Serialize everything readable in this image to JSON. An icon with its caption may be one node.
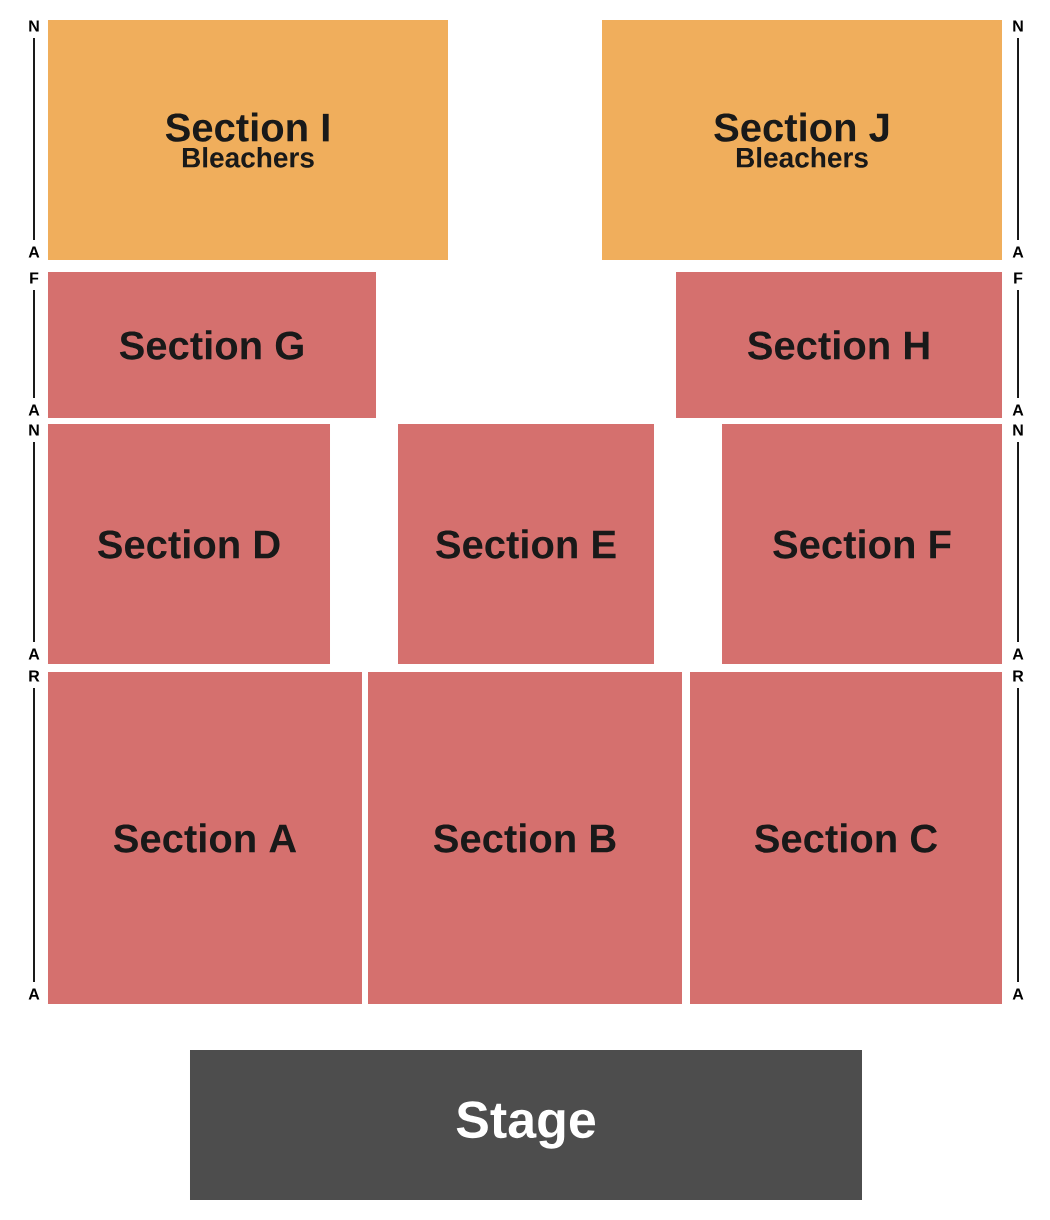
{
  "diagram": {
    "nodes": [
      {
        "text": [
          "Section I",
          "Bleachers"
        ]
      },
      {
        "text": [
          "Section J",
          "Bleachers"
        ]
      },
      {
        "text": [
          "Section G"
        ]
      },
      {
        "text": [
          "Section H"
        ]
      },
      {
        "text": [
          "Section D"
        ]
      },
      {
        "text": [
          "Section E"
        ]
      },
      {
        "text": [
          "Section F"
        ]
      },
      {
        "text": [
          "Section A"
        ]
      },
      {
        "text": [
          "Section B"
        ]
      },
      {
        "text": [
          "Section C"
        ]
      },
      {
        "text": [
          "Stage"
        ]
      }
    ],
    "labels": [
      "N",
      "N",
      "A",
      "A",
      "F",
      "F",
      "A",
      "A",
      "N",
      "N",
      "A",
      "A",
      "R",
      "R",
      "A",
      "A"
    ]
  }
}
